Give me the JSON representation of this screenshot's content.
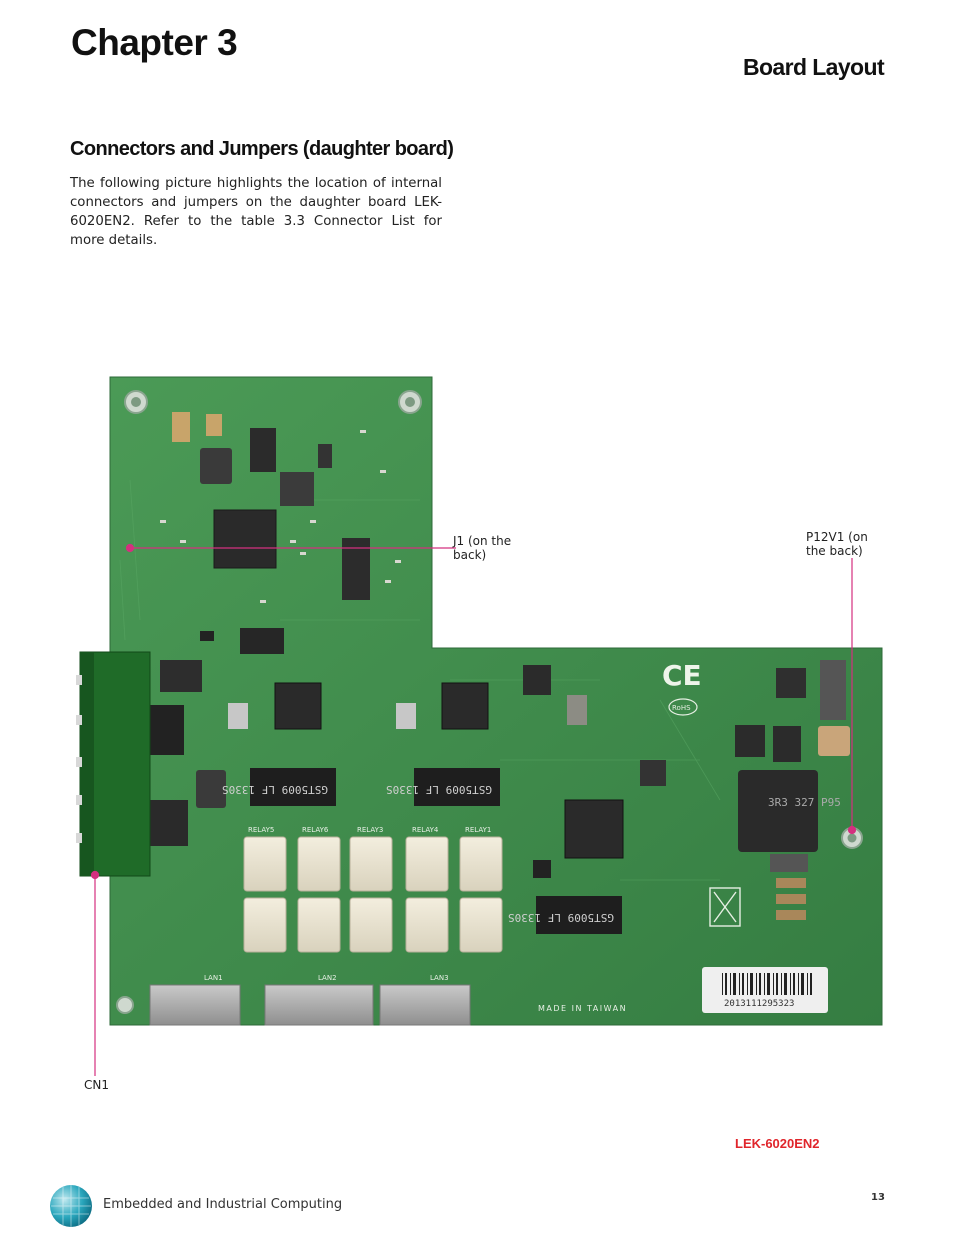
{
  "header": {
    "chapter": "Chapter 3",
    "section": "Board Layout"
  },
  "content": {
    "subheading": "Connectors and Jumpers (daughter board)",
    "intro": "The following picture highlights the location of internal connectors and jumpers on the daughter board LEK-6020EN2. Refer to the table 3.3 Connector List for more details."
  },
  "figure": {
    "callouts": {
      "j1": "J1 (on the back)",
      "p12v1": "P12V1 (on the back)",
      "cn1": "CN1"
    },
    "board_labels": {
      "relays": [
        "RELAY5",
        "RELAY6",
        "RELAY3",
        "RELAY4",
        "RELAY1"
      ],
      "lans": [
        "LAN1",
        "LAN2",
        "LAN3"
      ],
      "made_in": "MADE IN TAIWAN",
      "serial": "2013111295323",
      "transformer_text": "GST5009 LF 1330S",
      "inductor_text": "3R3 327 P95"
    },
    "model_label": "LEK-6020EN2"
  },
  "footer": {
    "tagline": "Embedded and Industrial Computing",
    "page_number": "13"
  },
  "colors": {
    "pcb_green": "#3f8a4a",
    "callout_line": "#d4307f",
    "model_red": "#e0252b",
    "connector_green": "#1f6b28"
  }
}
